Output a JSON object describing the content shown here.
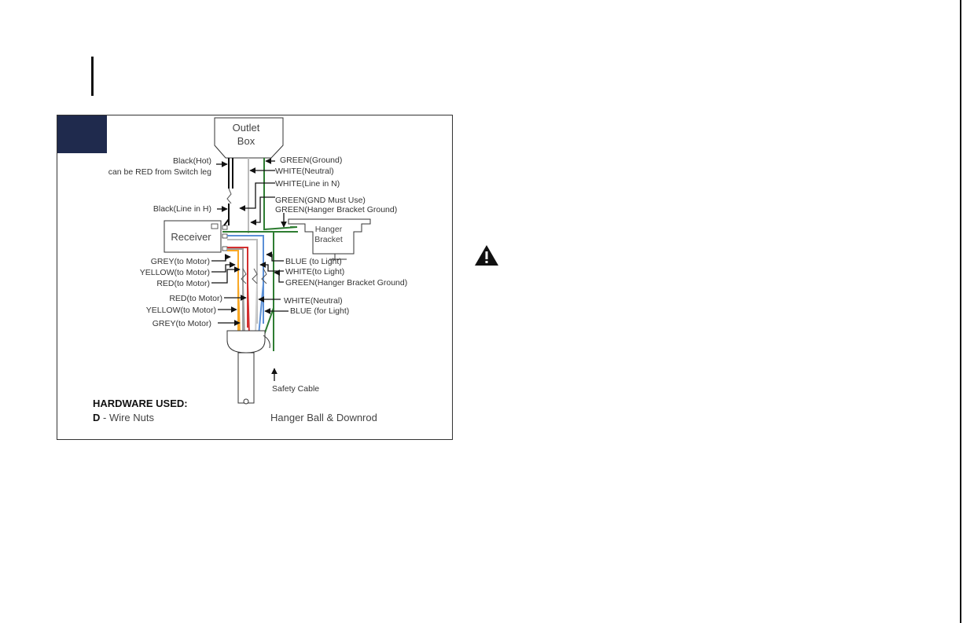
{
  "diagram": {
    "outlet_box": {
      "line1": "Outlet",
      "line2": "Box"
    },
    "receiver": "Receiver",
    "hanger_bracket": {
      "line1": "Hanger",
      "line2": "Bracket"
    },
    "labels_left": {
      "black_hot": "Black(Hot)",
      "red_switch": "can be RED from Switch leg",
      "black_line_h": "Black(Line in H)",
      "grey_motor_1": "GREY(to Motor)",
      "yellow_motor_1": "YELLOW(to Motor)",
      "red_motor_1": "RED(to Motor)",
      "red_motor_2": "RED(to Motor)",
      "yellow_motor_2": "YELLOW(to Motor)",
      "grey_motor_2": "GREY(to Motor)"
    },
    "labels_right": {
      "green_ground": "GREEN(Ground)",
      "white_neutral_1": "WHITE(Neutral)",
      "white_line_n": "WHITE(Line in N)",
      "green_gnd_must": "GREEN(GND Must Use)",
      "green_hanger_1": "GREEN(Hanger Bracket Ground)",
      "blue_light_1": "BLUE (to Light)",
      "white_light": "WHITE(to Light)",
      "green_hanger_2": "GREEN(Hanger Bracket Ground)",
      "white_neutral_2": "WHITE(Neutral)",
      "blue_light_2": "BLUE (for Light)",
      "safety_cable": "Safety Cable"
    },
    "hardware": {
      "title": "HARDWARE USED:",
      "item_letter": "D",
      "item_text": " - Wire Nuts"
    },
    "caption": "Hanger Ball & Downrod",
    "colors": {
      "badge": "#1f2a4d",
      "green": "#2e7d32",
      "red": "#d32f2f",
      "yellow": "#f9a825",
      "blue": "#5b8fd6",
      "grey": "#9e9e9e",
      "black": "#111111"
    }
  }
}
